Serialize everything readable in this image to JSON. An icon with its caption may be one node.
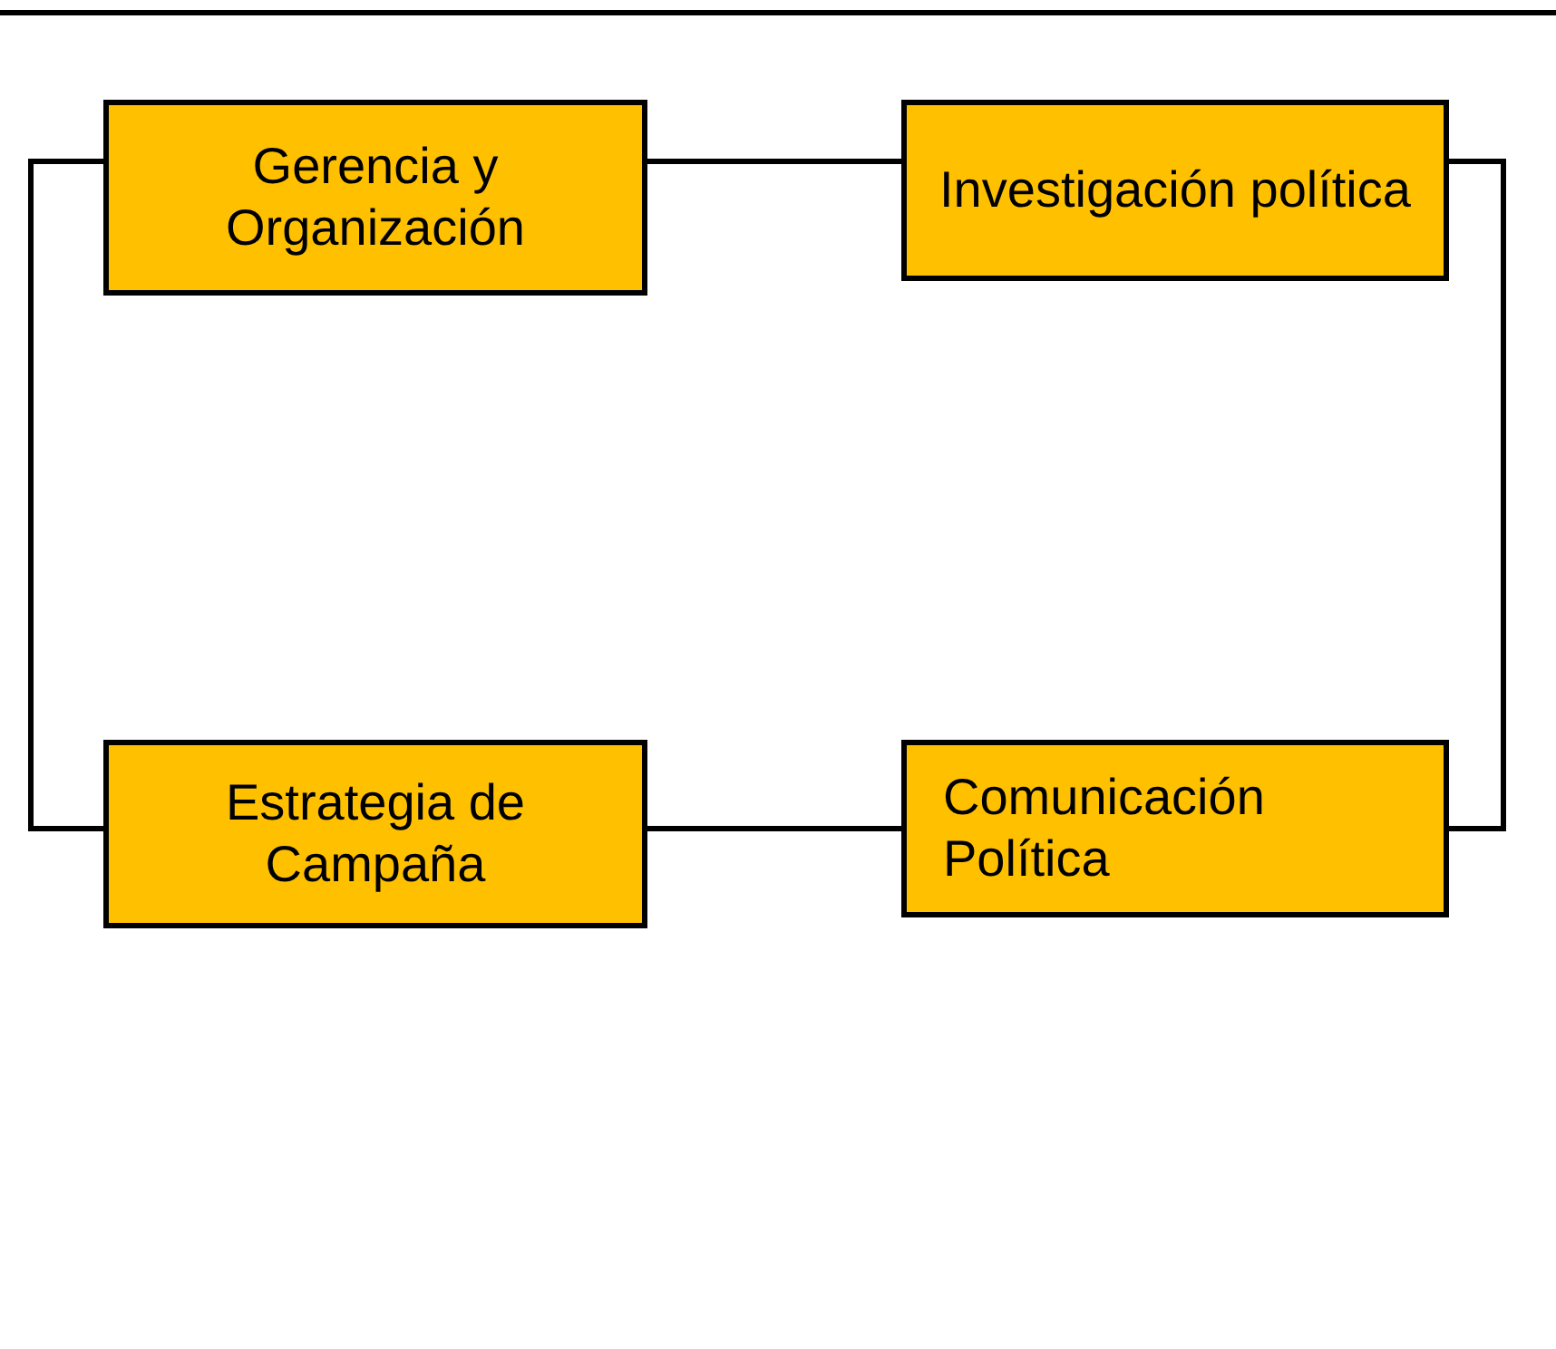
{
  "diagram": {
    "nodes": [
      {
        "text": [
          "Gerencia y Organización"
        ]
      },
      {
        "text": [
          "Investigación política"
        ]
      },
      {
        "text": [
          "Estrategia de Campaña"
        ]
      },
      {
        "text": [
          "Comunicación Política"
        ]
      }
    ],
    "edges": [
      {
        "from": 0,
        "to": 1,
        "arrow": "none"
      },
      {
        "from": 0,
        "to": 2,
        "arrow": "none"
      },
      {
        "from": 1,
        "to": 3,
        "arrow": "none"
      },
      {
        "from": 2,
        "to": 3,
        "arrow": "none"
      }
    ]
  }
}
